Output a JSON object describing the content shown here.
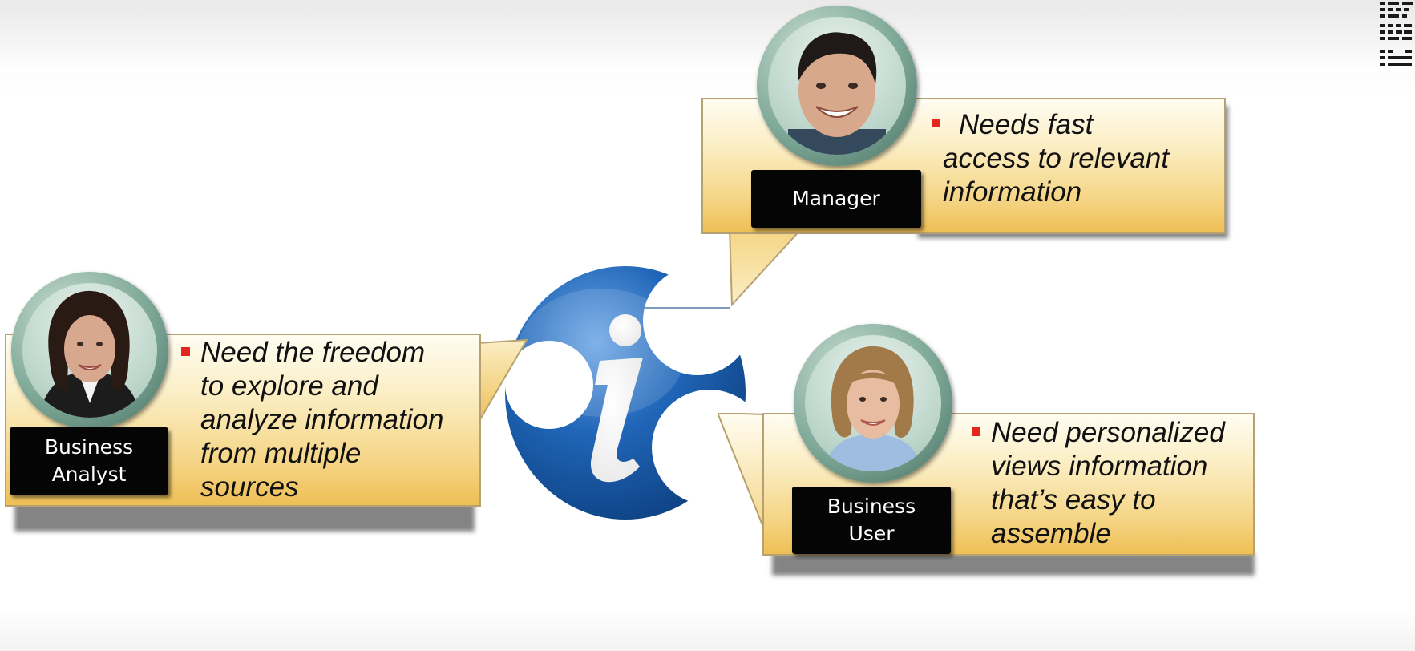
{
  "logo": {
    "name": "IBM",
    "icon": "ibm-logo"
  },
  "center_icon": {
    "glyph": "i",
    "icon": "information-icon"
  },
  "personas": [
    {
      "id": "manager",
      "role": "Manager",
      "statement": "Needs fast access to relevant information",
      "lines": [
        "Needs fast",
        "access to relevant",
        "information"
      ]
    },
    {
      "id": "business-analyst",
      "role": "Business Analyst",
      "role_lines": [
        "Business",
        "Analyst"
      ],
      "statement": "Need the freedom to explore and analyze information from multiple sources",
      "lines": [
        "Need the freedom",
        "to explore and",
        "analyze information",
        "from multiple",
        "sources"
      ]
    },
    {
      "id": "business-user",
      "role": "Business User",
      "role_lines": [
        "Business",
        "User"
      ],
      "statement": "Need personalized views information that’s easy to assemble",
      "lines": [
        "Need personalized",
        "views information",
        "that’s easy to",
        "assemble"
      ]
    }
  ],
  "colors": {
    "bullet": "#e5261e",
    "badge": "#050505",
    "callout_top": "#fffdf2",
    "callout_bottom": "#eebf55",
    "info_blue": "#1f5fae"
  }
}
